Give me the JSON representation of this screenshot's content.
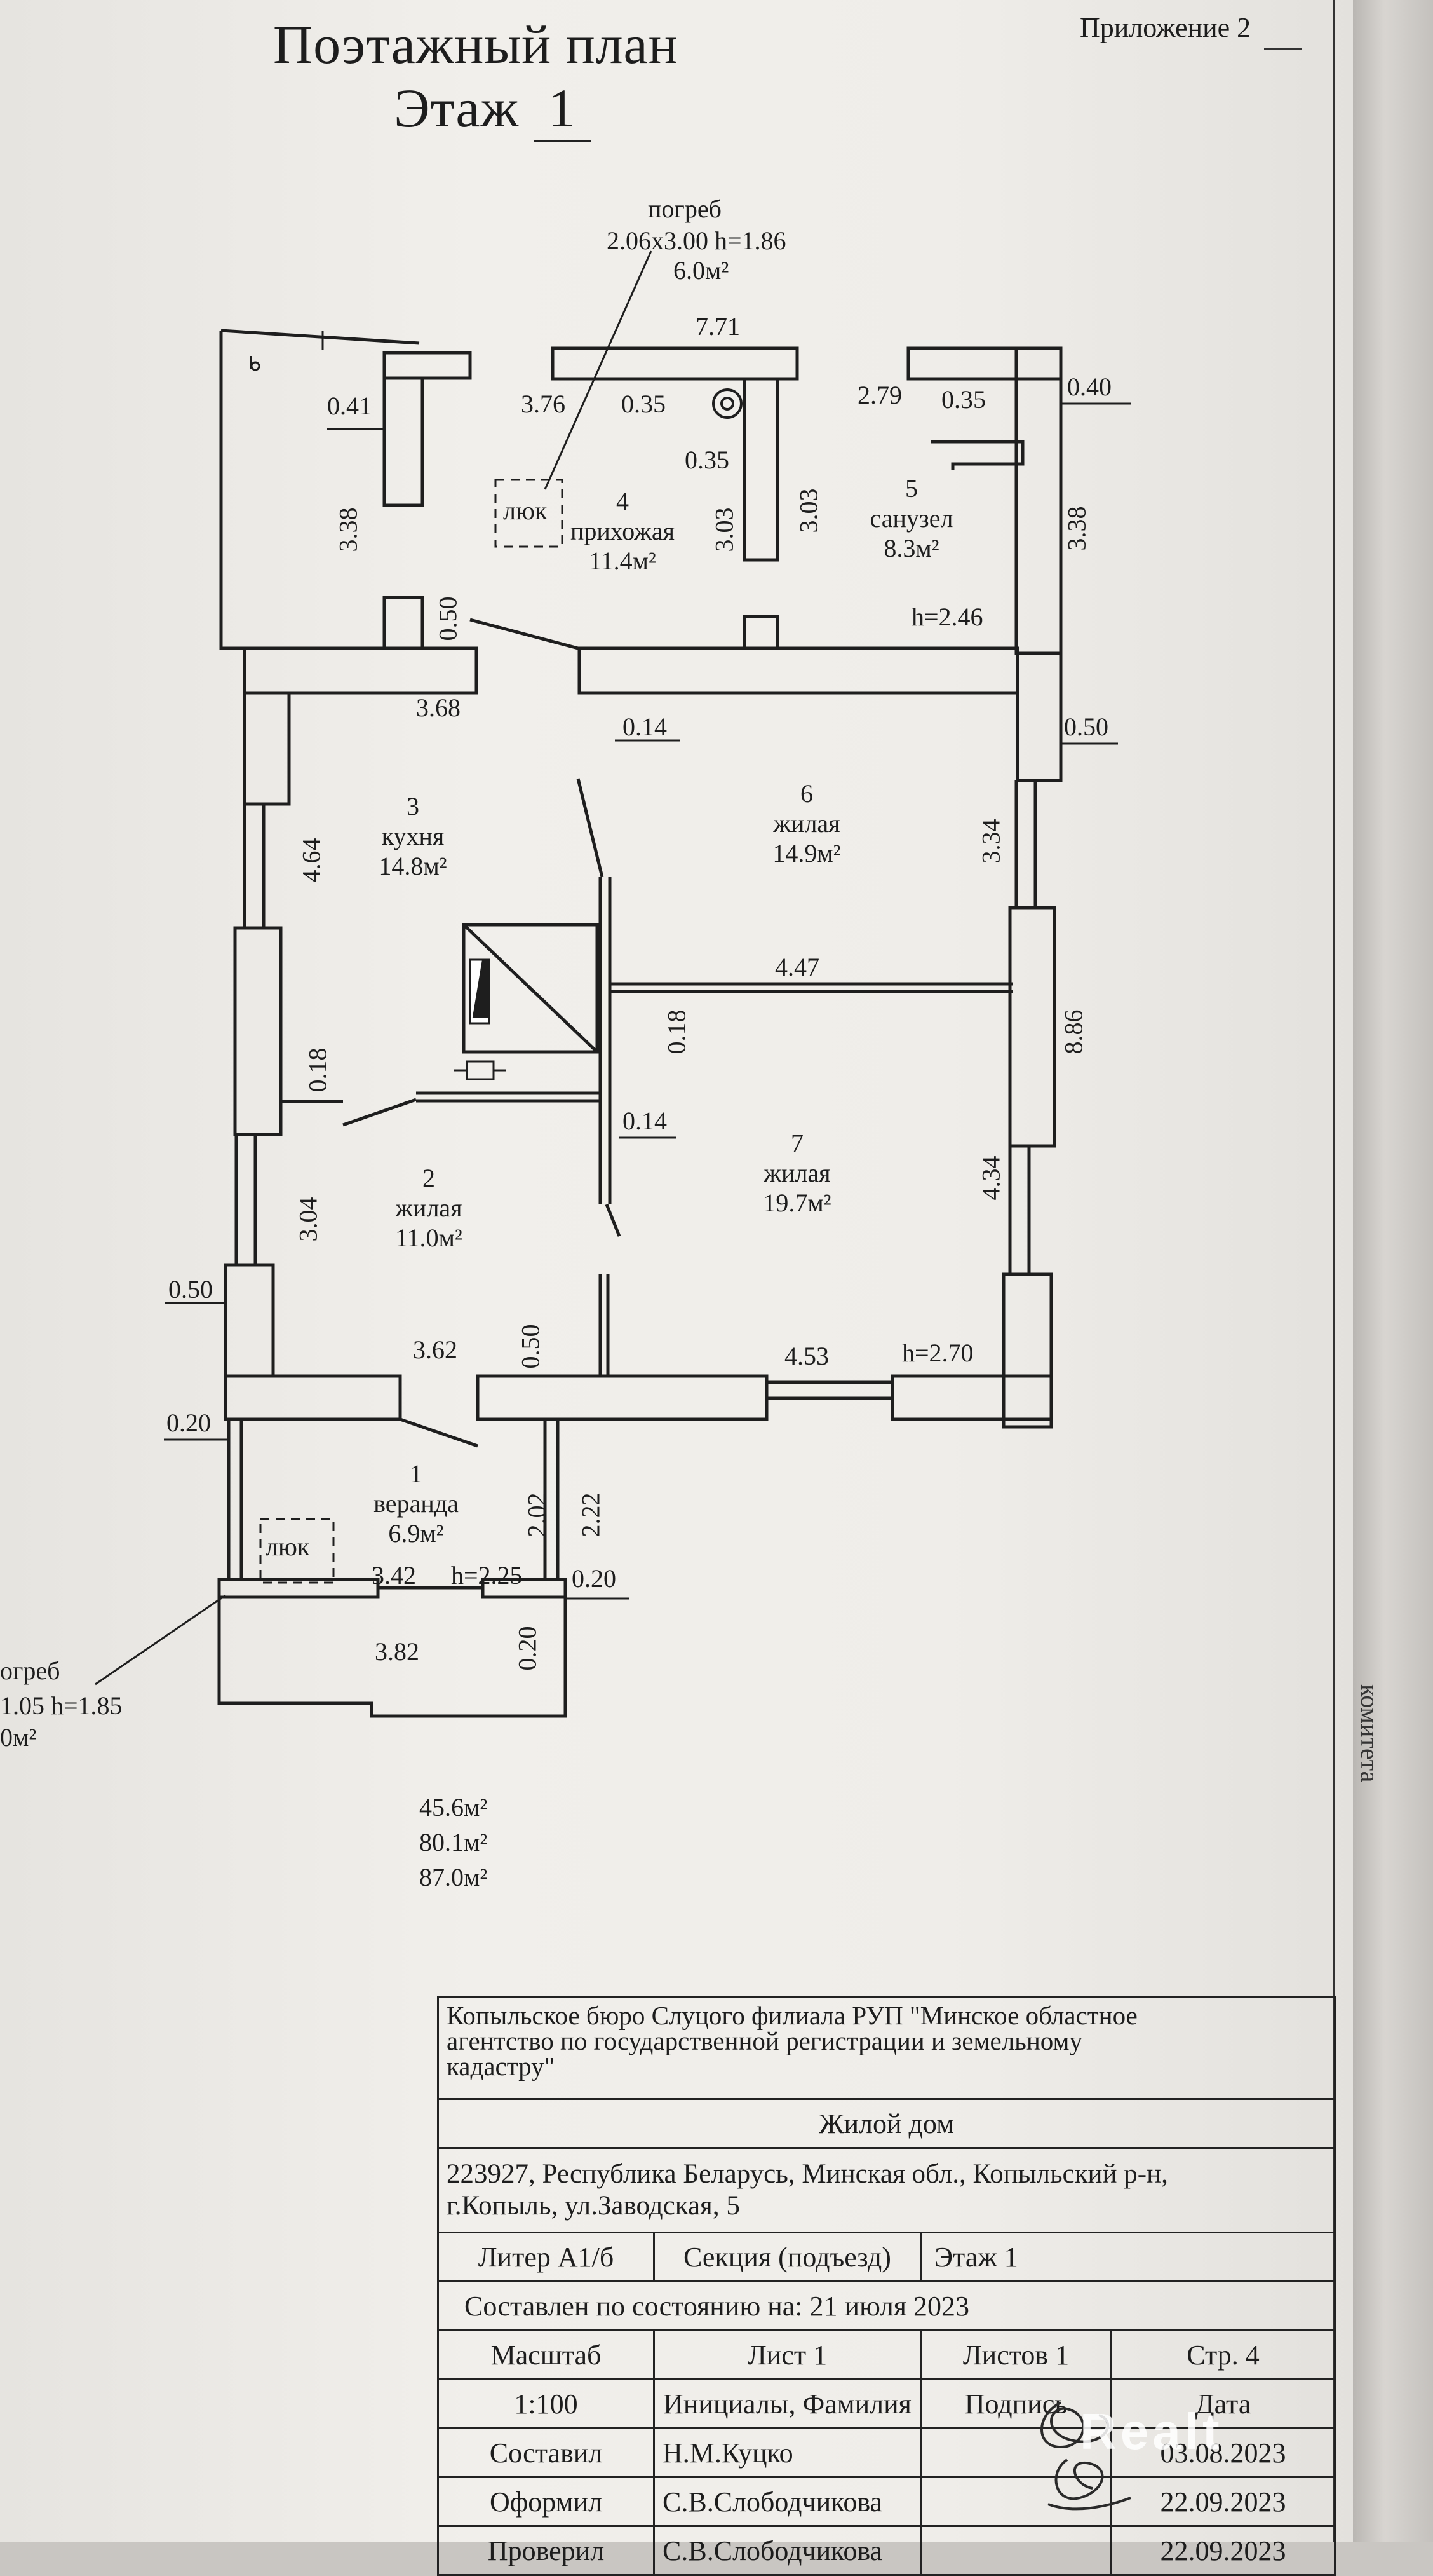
{
  "header": {
    "title": "Поэтажный план",
    "floor_label": "Этаж",
    "floor_number": "1",
    "appendix": "Приложение 2"
  },
  "cellar_top": {
    "label": "погреб",
    "size": "2.06x3.00 h=1.86",
    "area": "6.0м²"
  },
  "cellar_bottom": {
    "label": "огреб",
    "size": "1.05 h=1.85",
    "area": "0м²"
  },
  "hatch_label": "люк",
  "rooms": [
    {
      "num": "1",
      "name": "веранда",
      "area": "6.9м²"
    },
    {
      "num": "2",
      "name": "жилая",
      "area": "11.0м²"
    },
    {
      "num": "3",
      "name": "кухня",
      "area": "14.8м²"
    },
    {
      "num": "4",
      "name": "прихожая",
      "area": "11.4м²"
    },
    {
      "num": "5",
      "name": "санузел",
      "area": "8.3м²"
    },
    {
      "num": "6",
      "name": "жилая",
      "area": "14.9м²"
    },
    {
      "num": "7",
      "name": "жилая",
      "area": "19.7м²"
    }
  ],
  "dimensions": {
    "d771": "7.71",
    "d041": "0.41",
    "d376": "3.76",
    "d035a": "0.35",
    "d279": "2.79",
    "d035b": "0.35",
    "d040": "0.40",
    "d035c": "0.35",
    "d303a": "3.03",
    "d303b": "3.03",
    "d338a": "3.38",
    "d338b": "3.38",
    "d050a": "0.50",
    "d246": "h=2.46",
    "d368": "3.68",
    "d014a": "0.14",
    "d050b": "0.50",
    "d464": "4.64",
    "d334": "3.34",
    "d447": "4.47",
    "d018a": "0.18",
    "d018b": "0.18",
    "d886": "8.86",
    "d014b": "0.14",
    "d434": "4.34",
    "d304": "3.04",
    "d050c": "0.50",
    "d050d": "0.50",
    "d362": "3.62",
    "d453": "4.53",
    "d270": "h=2.70",
    "d020a": "0.20",
    "d202": "2.02",
    "d222": "2.22",
    "d342": "3.42",
    "d225": "h=2.25",
    "d020b": "0.20",
    "d382": "3.82",
    "d020c": "0.20"
  },
  "totals": [
    "45.6м²",
    "80.1м²",
    "87.0м²"
  ],
  "stamp": {
    "org": [
      "Копыльское бюро Слуцого филиала РУП \"Минское областное",
      "агентство по государственной регистрации и земельному",
      "кадастру\""
    ],
    "object": "Жилой дом",
    "address": [
      "223927, Республика Беларусь, Минская обл., Копыльский р-н,",
      "г.Копыль, ул.Заводская, 5"
    ],
    "litera": "Литер  А1/б",
    "section": "Секция (подъезд)",
    "floor": "Этаж    1",
    "state_date": "Составлен по состоянию на:  21 июля 2023",
    "scale_label": "Масштаб",
    "sheet_label": "Лист    1",
    "sheets_label": "Листов  1",
    "page_label": "Стр.  4",
    "scale_value": "1:100",
    "initials_label": "Инициалы, Фамилия",
    "signature_label": "Подпись",
    "date_label": "Дата",
    "rows": [
      {
        "role": "Составил",
        "name": "Н.М.Куцко",
        "date": "03.08.2023"
      },
      {
        "role": "Оформил",
        "name": "С.В.Слободчикова",
        "date": "22.09.2023"
      },
      {
        "role": "Проверил",
        "name": "С.В.Слободчикова",
        "date": "22.09.2023"
      }
    ]
  },
  "watermark": "Realt",
  "side_text": "комитета"
}
